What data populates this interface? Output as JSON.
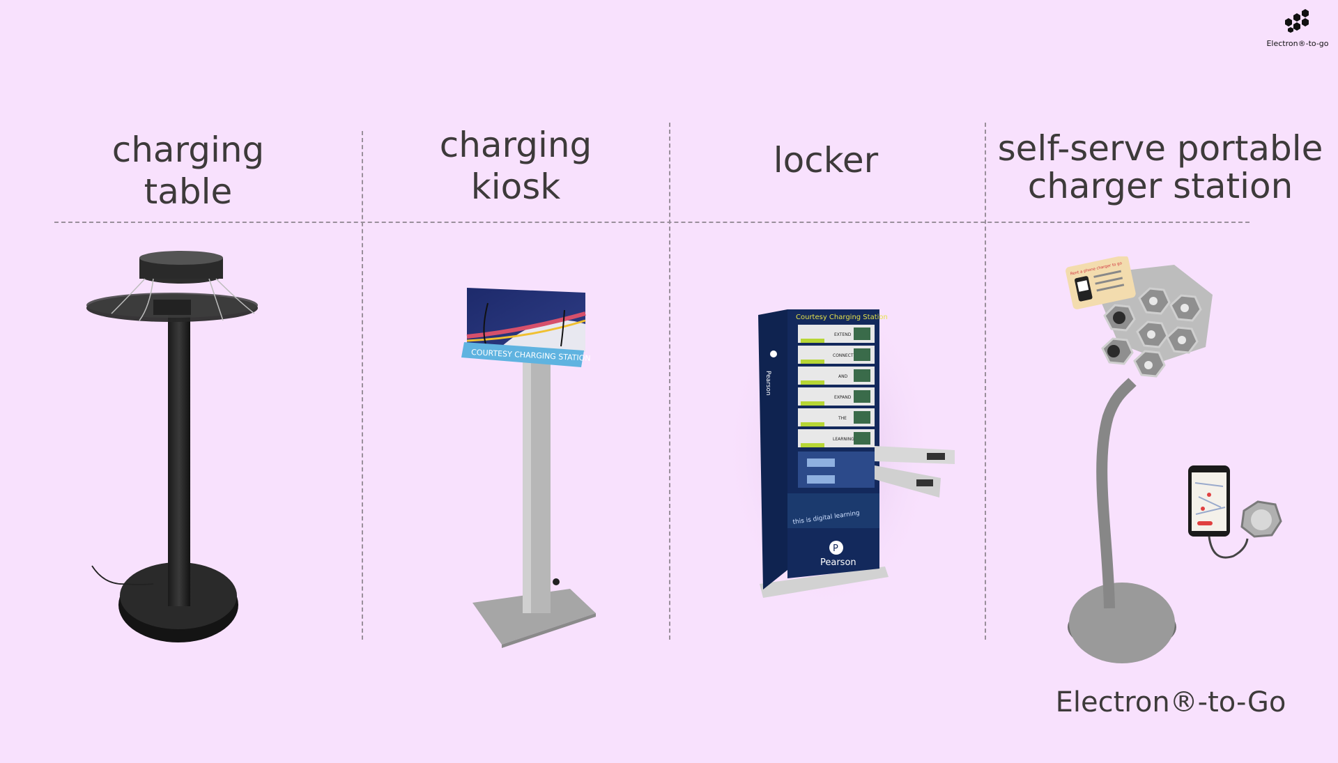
{
  "logo": {
    "text": "Electron®-to-go",
    "icon": "honeycomb-logo-icon"
  },
  "columns": [
    {
      "title": "charging\ntable",
      "image": "charging-table-illustration"
    },
    {
      "title": "charging\nkiosk",
      "image": "charging-kiosk-illustration"
    },
    {
      "title": "locker",
      "image": "charging-locker-illustration"
    },
    {
      "title": "self-serve portable\ncharger station",
      "image": "portable-charger-station-illustration"
    }
  ],
  "kiosk_sign": "COURTESY CHARGING STATION",
  "locker": {
    "header": "Courtesy Charging Station",
    "slot_words": [
      "EXTEND",
      "CONNECT",
      "AND",
      "EXPAND",
      "THE",
      "LEARNING"
    ],
    "tagline": "this is digital learning",
    "brand": "Pearson",
    "p_mark": "P"
  },
  "station_card_title": "Rent a phone charger to go",
  "brand_caption": "Electron®-to-Go",
  "colors": {
    "background": "#f8e1fd",
    "text": "#3d3a3a",
    "divider": "#9a8f9b"
  }
}
